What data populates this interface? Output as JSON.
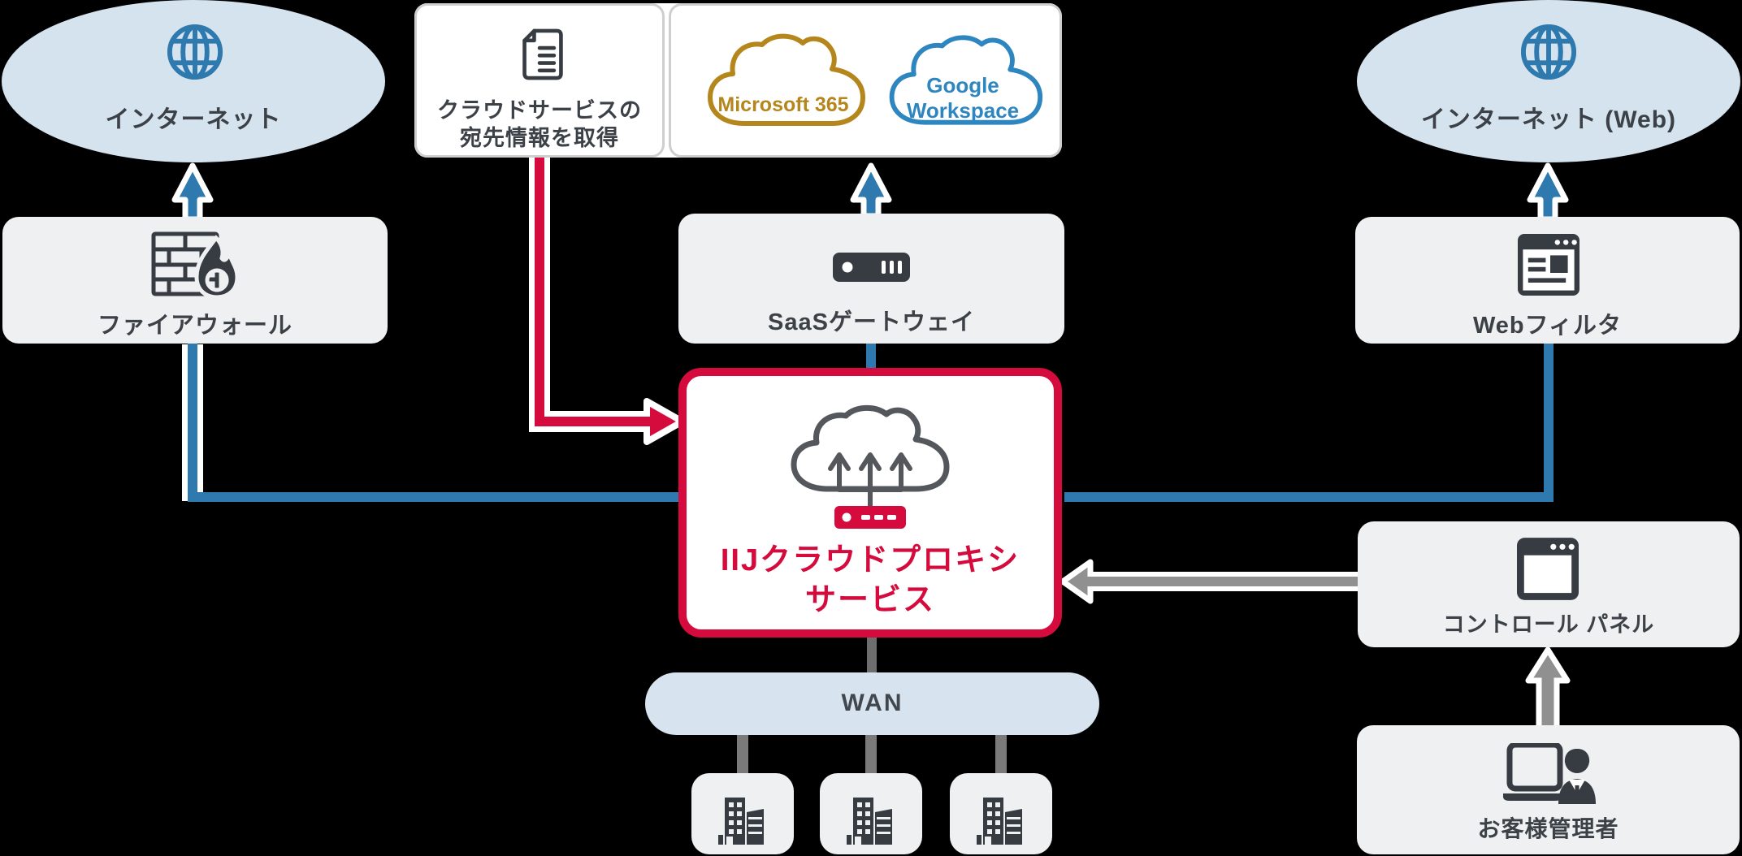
{
  "diagram": "IIJ cloud proxy service network diagram",
  "colors": {
    "background": "#000000",
    "ellipse_blue": "#d5e3ee",
    "box_gray": "#eef0f1",
    "box_border_gray": "#cecece",
    "accent_blue": "#2e79ad",
    "accent_red": "#d40b3c",
    "icon_dark": "#373c42",
    "text_dark": "#3c4147",
    "cloud_outline_gray": "#54585c",
    "microsoft_gold": "#b5861b",
    "google_blue": "#2e86c0",
    "arrow_gray": "#909090",
    "connector_gray": "#6e6e6e",
    "wan_bg": "#d7e4f0"
  },
  "nodes": {
    "internet_left": {
      "label": "インターネット"
    },
    "dest_info": {
      "line1": "クラウドサービスの",
      "line2": "宛先情報を取得"
    },
    "microsoft365": {
      "label": "Microsoft 365"
    },
    "google_workspace": {
      "line1": "Google",
      "line2": "Workspace"
    },
    "internet_web": {
      "label": "インターネット (Web)"
    },
    "firewall": {
      "label": "ファイアウォール"
    },
    "saas_gateway": {
      "label": "SaaSゲートウェイ"
    },
    "web_filter": {
      "label": "Webフィルタ"
    },
    "iij_proxy": {
      "line1": "IIJクラウドプロキシ",
      "line2": "サービス"
    },
    "wan": {
      "label": "WAN"
    },
    "control_panel": {
      "label": "コントロール パネル"
    },
    "customer_admin": {
      "label": "お客様管理者"
    }
  },
  "icons": [
    "globe-icon",
    "document-icon",
    "cloud-microsoft-icon",
    "cloud-google-icon",
    "firewall-brick-flame-icon",
    "server-icon",
    "browser-window-icon",
    "cloud-upload-proxy-icon",
    "red-server-icon",
    "wan-bar",
    "office-building-icon",
    "window-panel-icon",
    "admin-laptop-person-icon",
    "arrow-up-blue",
    "arrow-right-red",
    "arrow-left-gray",
    "arrow-up-gray"
  ]
}
